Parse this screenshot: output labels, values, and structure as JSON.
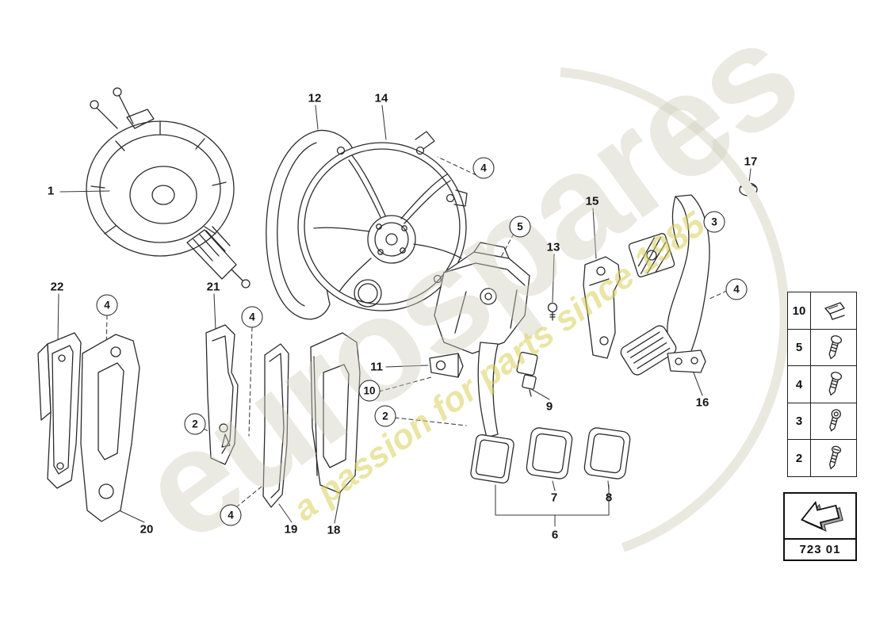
{
  "watermark": {
    "brand": "eurospares",
    "tagline": "a passion for parts since 1985"
  },
  "part_labels": {
    "booster": "1",
    "gasket": "12",
    "plate": "14",
    "bolt": "13",
    "support_bracket": "15",
    "cap": "17",
    "mount_bracket": "22",
    "cover_strip": "21",
    "clevis": "11",
    "switch": "9",
    "accelerator": "16",
    "lever": "20",
    "strip": "19",
    "cover": "18",
    "pad_left": "7",
    "pad_right": "8",
    "pedal_assembly": "6"
  },
  "callouts": [
    "4",
    "5",
    "3",
    "4",
    "4",
    "4",
    "2",
    "4",
    "10",
    "2"
  ],
  "legend": {
    "items": [
      {
        "number": "10",
        "icon": "retaining-clip-icon"
      },
      {
        "number": "5",
        "icon": "hex-bolt-icon"
      },
      {
        "number": "4",
        "icon": "hex-bolt-icon"
      },
      {
        "number": "3",
        "icon": "socket-screw-icon"
      },
      {
        "number": "2",
        "icon": "screw-icon"
      }
    ]
  },
  "footer": {
    "diagram_code": "723 01",
    "nav_icon": "back-arrow-icon"
  }
}
